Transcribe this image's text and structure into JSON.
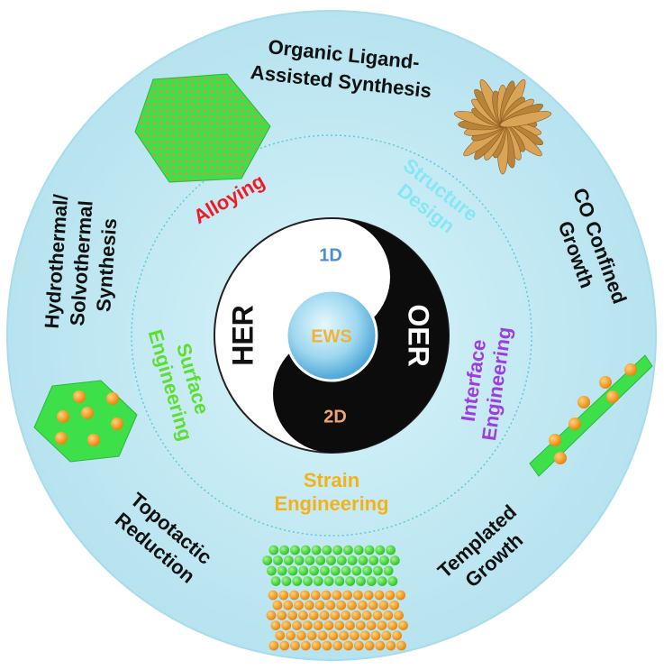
{
  "center": {
    "label": "EWS"
  },
  "yin_yang": {
    "left": "HER",
    "right": "OER",
    "top": "1D",
    "bottom": "2D"
  },
  "inner_strategies": {
    "alloying": "Alloying",
    "structure_design": [
      "Structure",
      "Design"
    ],
    "interface_engineering": [
      "Interface",
      "Engineering"
    ],
    "strain_engineering": [
      "Strain",
      "Engineering"
    ],
    "surface_engineering": [
      "Surface",
      "Engineering"
    ]
  },
  "synthesis_methods": {
    "organic_ligand": [
      "Organic Ligand-",
      "Assisted Synthesis"
    ],
    "co_confined": [
      "CO Confined",
      "Growth"
    ],
    "templated": [
      "Templated",
      "Growth"
    ],
    "topotactic": [
      "Topotactic",
      "Reduction"
    ],
    "hydrothermal": [
      "Hydrothermal/",
      "Solvothermal",
      "Synthesis"
    ]
  },
  "colors": {
    "outer_disc": "#c6ecf5",
    "outer_edge": "#a7dcea",
    "alloying": "#ee1b24",
    "structure_design": "#86e6f2",
    "interface_engineering": "#9b3de0",
    "strain_engineering": "#f4b21a",
    "surface_engineering": "#5fdd33",
    "one_d": "#4a8fd4",
    "two_d": "#f2a470",
    "ews": "#f2b23a",
    "nanosheet_green": "#3ee04a",
    "particle_orange": "#f7a11e",
    "flower_tan": "#d9a455"
  }
}
